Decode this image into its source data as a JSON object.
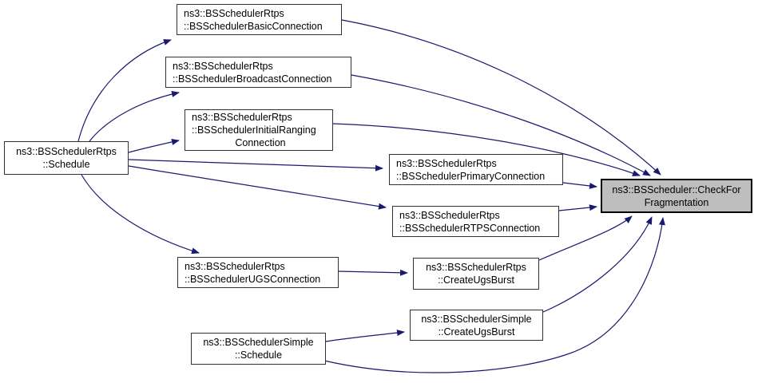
{
  "diagram": {
    "type": "call-graph",
    "background_color": "#ffffff",
    "edge_color": "#191970",
    "node_border_color": "#323232",
    "highlight_fill_color": "#bebebe",
    "nodes": [
      {
        "id": "schedule-rtps",
        "lines": [
          "ns3::BSSchedulerRtps",
          "::Schedule"
        ]
      },
      {
        "id": "basic-connection",
        "lines": [
          "ns3::BSSchedulerRtps",
          "::BSSchedulerBasicConnection"
        ]
      },
      {
        "id": "broadcast-connection",
        "lines": [
          "ns3::BSSchedulerRtps",
          "::BSSchedulerBroadcastConnection"
        ]
      },
      {
        "id": "initial-ranging",
        "lines": [
          "ns3::BSSchedulerRtps",
          "::BSSchedulerInitialRanging",
          "Connection"
        ]
      },
      {
        "id": "primary-connection",
        "lines": [
          "ns3::BSSchedulerRtps",
          "::BSSchedulerPrimaryConnection"
        ]
      },
      {
        "id": "rtps-connection",
        "lines": [
          "ns3::BSSchedulerRtps",
          "::BSSchedulerRTPSConnection"
        ]
      },
      {
        "id": "ugs-connection",
        "lines": [
          "ns3::BSSchedulerRtps",
          "::BSSchedulerUGSConnection"
        ]
      },
      {
        "id": "rtps-create-ugs",
        "lines": [
          "ns3::BSSchedulerRtps",
          "::CreateUgsBurst"
        ]
      },
      {
        "id": "simple-create-ugs",
        "lines": [
          "ns3::BSSchedulerSimple",
          "::CreateUgsBurst"
        ]
      },
      {
        "id": "simple-schedule",
        "lines": [
          "ns3::BSSchedulerSimple",
          "::Schedule"
        ]
      },
      {
        "id": "check-fragmentation",
        "lines": [
          "ns3::BSScheduler::CheckFor",
          "Fragmentation"
        ],
        "highlighted": true
      }
    ],
    "edges": [
      {
        "from": "schedule-rtps",
        "to": "basic-connection"
      },
      {
        "from": "schedule-rtps",
        "to": "broadcast-connection"
      },
      {
        "from": "schedule-rtps",
        "to": "initial-ranging"
      },
      {
        "from": "schedule-rtps",
        "to": "primary-connection"
      },
      {
        "from": "schedule-rtps",
        "to": "rtps-connection"
      },
      {
        "from": "schedule-rtps",
        "to": "ugs-connection"
      },
      {
        "from": "basic-connection",
        "to": "check-fragmentation"
      },
      {
        "from": "broadcast-connection",
        "to": "check-fragmentation"
      },
      {
        "from": "initial-ranging",
        "to": "check-fragmentation"
      },
      {
        "from": "primary-connection",
        "to": "check-fragmentation"
      },
      {
        "from": "rtps-connection",
        "to": "check-fragmentation"
      },
      {
        "from": "ugs-connection",
        "to": "rtps-create-ugs"
      },
      {
        "from": "rtps-create-ugs",
        "to": "check-fragmentation"
      },
      {
        "from": "simple-schedule",
        "to": "simple-create-ugs"
      },
      {
        "from": "simple-create-ugs",
        "to": "check-fragmentation"
      },
      {
        "from": "simple-schedule",
        "to": "check-fragmentation"
      }
    ]
  }
}
